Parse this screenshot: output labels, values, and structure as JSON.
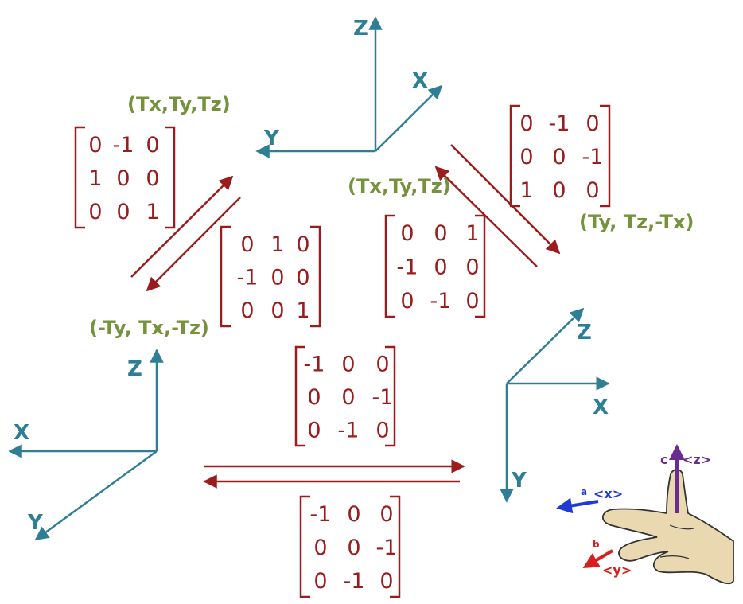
{
  "colors": {
    "axis": "#2e7f95",
    "matrix": "#9b1c1c",
    "tuple": "#76923c",
    "hand_x": "#1f3bd6",
    "hand_y": "#d91e1e",
    "hand_z": "#6a2c91",
    "skin": "#ead8b1",
    "skin_outline": "#333333"
  },
  "frames": {
    "top": {
      "z": "Z",
      "x": "X",
      "y": "Y"
    },
    "left": {
      "z": "Z",
      "x": "X",
      "y": "Y"
    },
    "right": {
      "z": "Z",
      "x": "X",
      "y": "Y"
    }
  },
  "tuples": {
    "top": "(Tx,Ty,Tz)",
    "center": "(Tx,Ty,Tz)",
    "left": "(-Ty, Tx,-Tz)",
    "right": "(Ty, Tz,-Tx)"
  },
  "matrices": {
    "upper_left_outer": [
      [
        "0",
        "-1",
        "0"
      ],
      [
        "1",
        "0",
        "0"
      ],
      [
        "0",
        "0",
        "1"
      ]
    ],
    "upper_left_inner": [
      [
        "0",
        "1",
        "0"
      ],
      [
        "-1",
        "0",
        "0"
      ],
      [
        "0",
        "0",
        "1"
      ]
    ],
    "upper_right_outer": [
      [
        "0",
        "-1",
        "0"
      ],
      [
        "0",
        "0",
        "-1"
      ],
      [
        "1",
        "0",
        "0"
      ]
    ],
    "upper_right_inner": [
      [
        "0",
        "0",
        "1"
      ],
      [
        "-1",
        "0",
        "0"
      ],
      [
        "0",
        "-1",
        "0"
      ]
    ],
    "bottom_top": [
      [
        "-1",
        "0",
        "0"
      ],
      [
        "0",
        "0",
        "-1"
      ],
      [
        "0",
        "-1",
        "0"
      ]
    ],
    "bottom_bottom": [
      [
        "-1",
        "0",
        "0"
      ],
      [
        "0",
        "0",
        "-1"
      ],
      [
        "0",
        "-1",
        "0"
      ]
    ]
  },
  "hand": {
    "x_letter": "a",
    "x_label": "<x>",
    "y_letter": "b",
    "y_label": "<y>",
    "z_letter": "c",
    "z_label": "<z>"
  }
}
